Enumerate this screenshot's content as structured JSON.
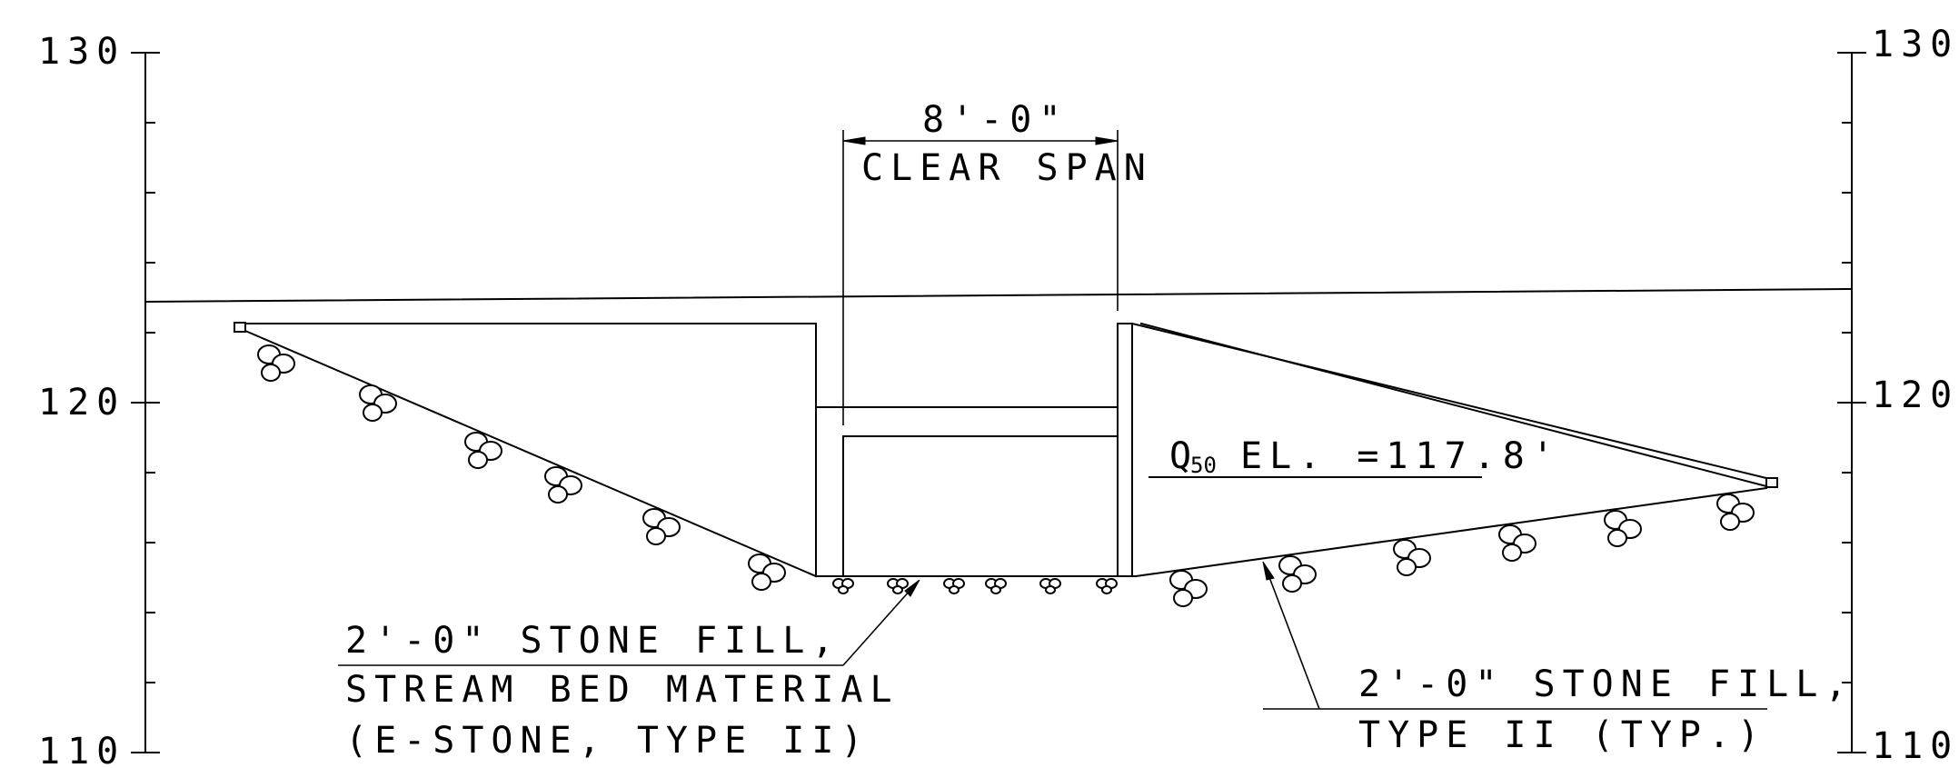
{
  "elevation_axis": {
    "left_labels": [
      "130",
      "120",
      "110"
    ],
    "right_labels": [
      "130",
      "120",
      "110"
    ]
  },
  "dimension": {
    "value": "8'-0\"",
    "label": "CLEAR SPAN"
  },
  "water_level": {
    "q_symbol": "Q",
    "q_subscript": "50",
    "text": "EL. =117.8'"
  },
  "callouts": {
    "left_line1": "2'-0\" STONE FILL,",
    "left_line2": "STREAM BED MATERIAL",
    "left_line3": "(E-STONE, TYPE II)",
    "right_line1": "2'-0\" STONE FILL,",
    "right_line2": "TYPE II (TYP.)"
  }
}
